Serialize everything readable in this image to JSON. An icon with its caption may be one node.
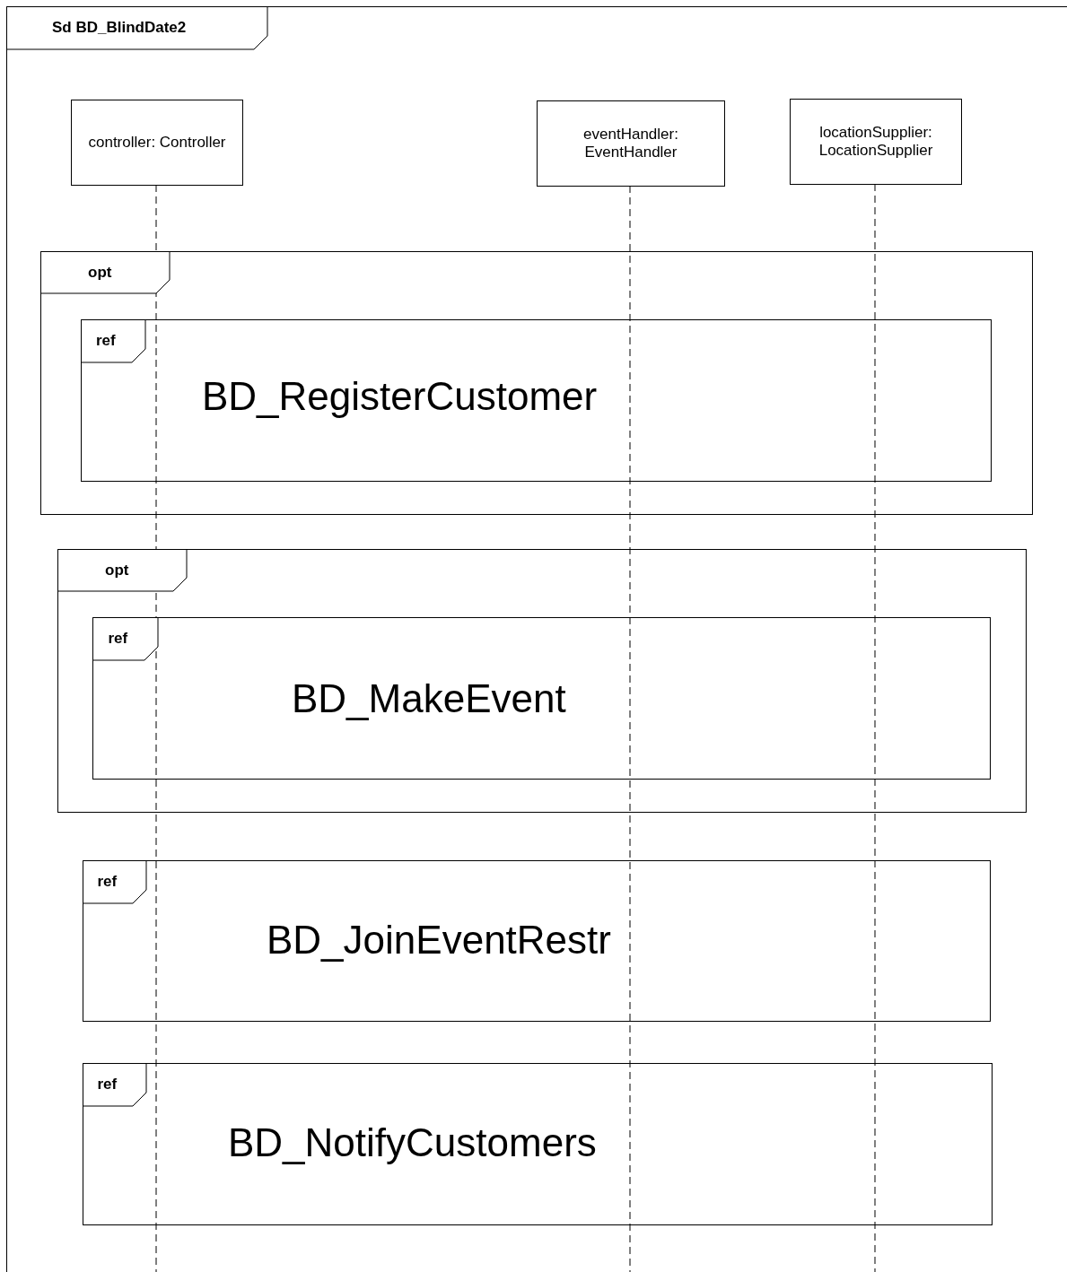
{
  "diagram": {
    "nodes": [
      {
        "text": [
          "Sd BD_BlindDate2"
        ]
      },
      {
        "text": [
          "controller: Controller"
        ],
        "in": 0
      },
      {
        "text": [
          "eventHandler: EventHandler"
        ],
        "in": 0
      },
      {
        "text": [
          "locationSupplier: LocationSupplier"
        ],
        "in": 0
      },
      {
        "text": [
          "opt"
        ],
        "in": 0
      },
      {
        "text": [
          "ref",
          "BD_RegisterCustomer"
        ],
        "in": 4
      },
      {
        "text": [
          "opt"
        ],
        "in": 0
      },
      {
        "text": [
          "ref",
          "BD_MakeEvent"
        ],
        "in": 6
      },
      {
        "text": [
          "ref",
          "BD_JoinEventRestr"
        ],
        "in": 0
      },
      {
        "text": [
          "ref",
          "BD_NotifyCustomers"
        ],
        "in": 0
      }
    ],
    "edges": []
  }
}
